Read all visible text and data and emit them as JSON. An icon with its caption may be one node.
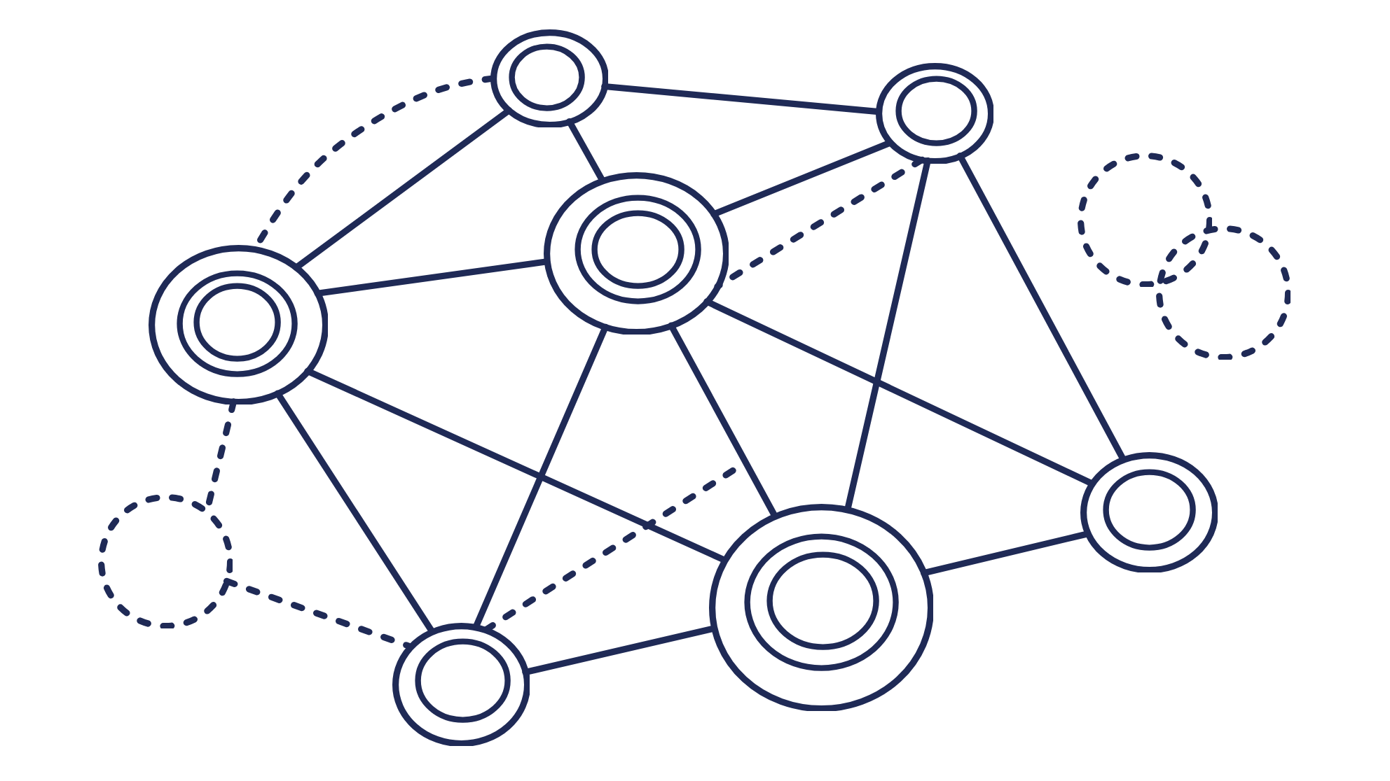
{
  "diagram": {
    "nodes": [
      {
        "text": [],
        "shape": "circle"
      },
      {
        "text": [],
        "shape": "circle"
      },
      {
        "text": [],
        "shape": "circle"
      },
      {
        "text": [],
        "shape": "circle"
      },
      {
        "text": [],
        "shape": "circle"
      },
      {
        "text": [],
        "shape": "circle"
      },
      {
        "text": [],
        "shape": "circle"
      },
      {
        "text": [],
        "shape": "circle"
      },
      {
        "text": [],
        "shape": "circle"
      },
      {
        "text": [],
        "shape": "circle"
      }
    ],
    "edges": [
      {
        "from": 0,
        "to": 1,
        "arrow": "none"
      },
      {
        "from": 0,
        "to": 3,
        "arrow": "none"
      },
      {
        "from": 0,
        "to": 5,
        "arrow": "none"
      },
      {
        "from": 0,
        "to": 5,
        "arrow": "none",
        "style": "dashed"
      },
      {
        "from": 1,
        "to": 3,
        "arrow": "none"
      },
      {
        "from": 1,
        "to": 3,
        "arrow": "none",
        "style": "dashed"
      },
      {
        "from": 1,
        "to": 8,
        "arrow": "none"
      },
      {
        "from": 1,
        "to": 6,
        "arrow": "none"
      },
      {
        "from": 3,
        "to": 5,
        "arrow": "none"
      },
      {
        "from": 3,
        "to": 6,
        "arrow": "none"
      },
      {
        "from": 3,
        "to": 8,
        "arrow": "none"
      },
      {
        "from": 3,
        "to": 9,
        "arrow": "none"
      },
      {
        "from": 5,
        "to": 8,
        "arrow": "none"
      },
      {
        "from": 5,
        "to": 9,
        "arrow": "none"
      },
      {
        "from": 5,
        "to": 7,
        "arrow": "none",
        "style": "dashed"
      },
      {
        "from": 7,
        "to": 9,
        "arrow": "none",
        "style": "dashed"
      },
      {
        "from": 9,
        "to": null,
        "arrow": "none",
        "style": "dashed"
      },
      {
        "from": 8,
        "to": 6,
        "arrow": "none"
      },
      {
        "from": 9,
        "to": 8,
        "arrow": "none"
      }
    ]
  }
}
